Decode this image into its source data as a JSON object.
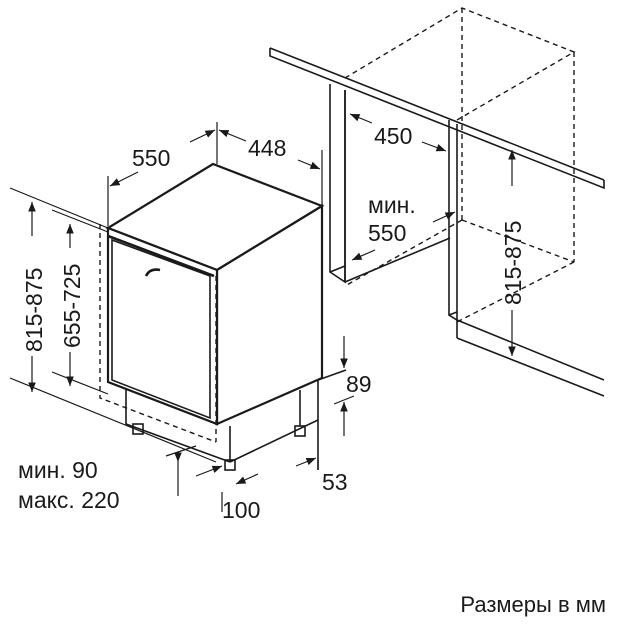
{
  "dimensions": {
    "unit_caption": "Размеры в мм",
    "appliance_depth": "550",
    "appliance_width": "448",
    "niche_width": "450",
    "niche_depth_min_label": "мин.",
    "niche_depth_min_value": "550",
    "niche_height": "815-875",
    "appliance_height": "815-875",
    "door_height": "655-725",
    "plinth_height": "89",
    "plinth_gap": "53",
    "door_offset": "100",
    "door_overhang_min": "мин. 90",
    "door_overhang_max": "макс. 220"
  }
}
